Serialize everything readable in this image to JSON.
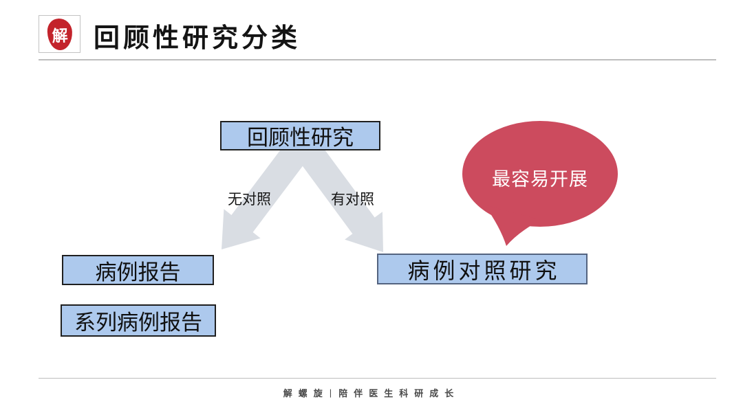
{
  "header": {
    "logo_char": "解",
    "title": "回顾性研究分类"
  },
  "diagram": {
    "root": "回顾性研究",
    "branch_left_label": "无对照",
    "branch_right_label": "有对照",
    "case_report": "病例报告",
    "case_series_report": "系列病例报告",
    "case_control_study": "病例对照研究",
    "callout": "最容易开展"
  },
  "footer": {
    "brand": "解螺旋",
    "divider": "|",
    "tagline": "陪伴医生科研成长"
  },
  "colors": {
    "seal_red": "#C3232B",
    "title_color": "#141414",
    "rule": "#BDBDBD",
    "box_fill": "#ADC9ED",
    "box_border": "#1F1F1F",
    "box_border_alt": "#53637F",
    "arrow": "#D9DDE3",
    "bubble": "#CC4B5E",
    "footer_text": "#4A4A4A"
  }
}
